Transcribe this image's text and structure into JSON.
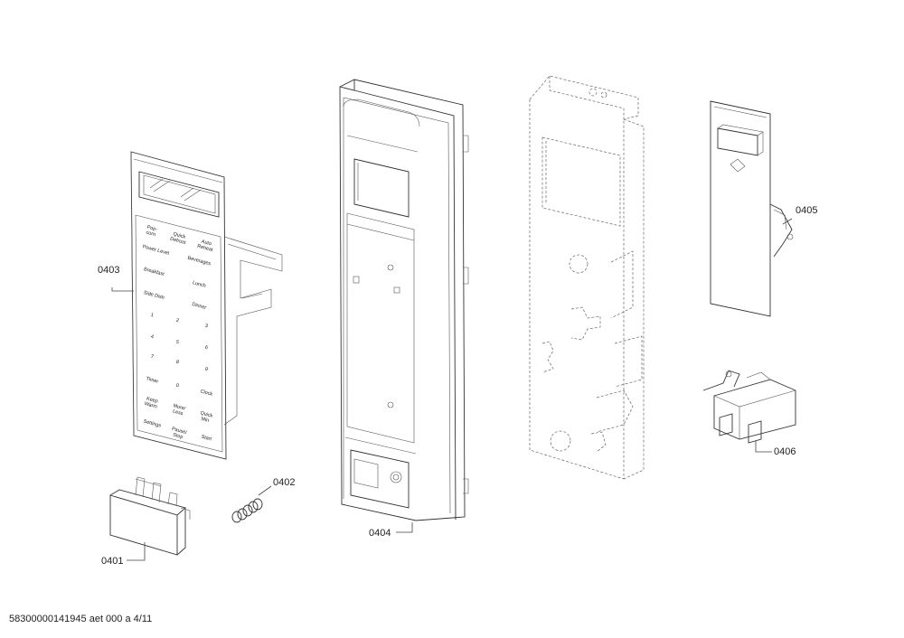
{
  "callouts": {
    "keypad_membrane": "0403",
    "spring": "0402",
    "button": "0401",
    "control_panel": "0404",
    "circuit_board": "0405",
    "latch_switch": "0406"
  },
  "keypad": {
    "buttons": [
      "Pop-\ncorn",
      "Quick\nDefrost",
      "Auto\nReheat",
      "Power Level",
      "Beverages",
      "Breakfast",
      "Lunch",
      "Side Dish",
      "Dinner",
      "1",
      "2",
      "3",
      "4",
      "5",
      "6",
      "7",
      "8",
      "9",
      "Timer",
      "0",
      "Clock",
      "Keep\nWarm",
      "More/\nLess",
      "Quick\nMin",
      "Settings",
      "Pause/\nStop",
      "Start"
    ]
  },
  "footer": {
    "doc_code": "58300000141945 aet 000 a 4/11"
  }
}
